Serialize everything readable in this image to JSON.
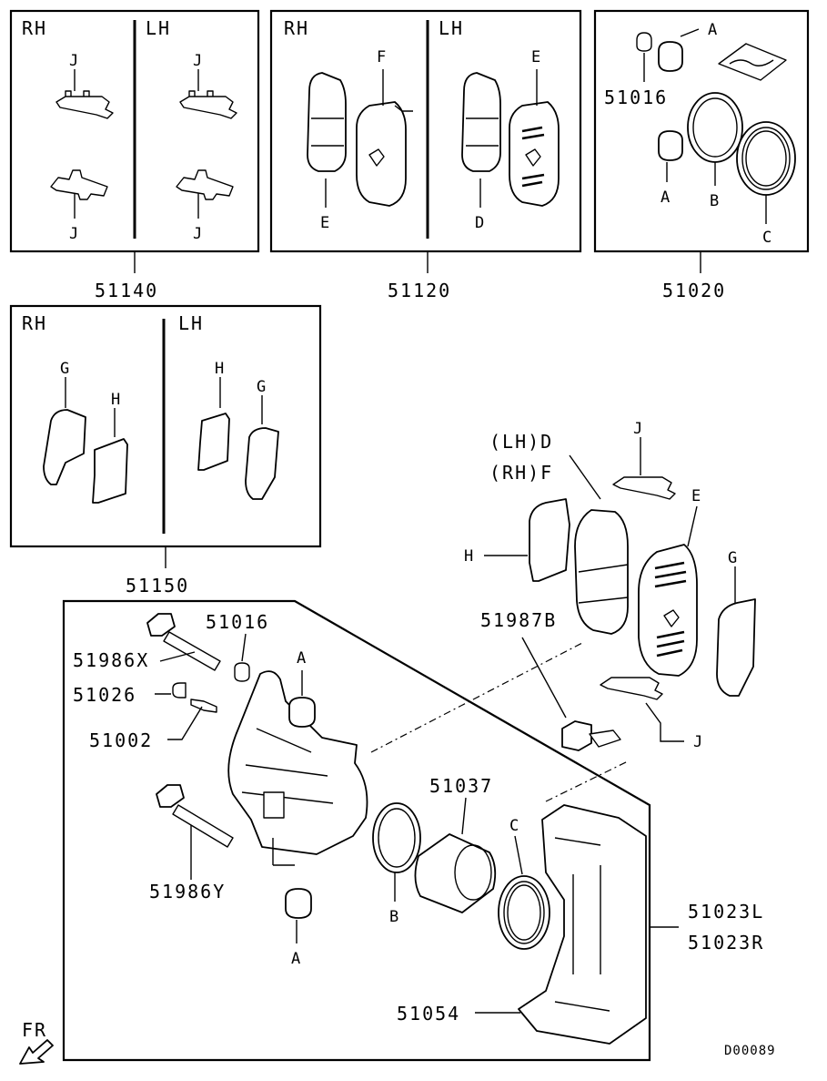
{
  "labels": {
    "rh": "RH",
    "lh": "LH",
    "a": "A",
    "b": "B",
    "c": "C",
    "d": "D",
    "e": "E",
    "f": "F",
    "g": "G",
    "h": "H",
    "j": "J",
    "lh_d": "(LH)D",
    "rh_f": "(RH)F"
  },
  "part_numbers": {
    "p51140": "51140",
    "p51120": "51120",
    "p51020": "51020",
    "p51150": "51150",
    "p51016_kit": "51016",
    "p51016": "51016",
    "p51986x": "51986X",
    "p51026": "51026",
    "p51002": "51002",
    "p51986y": "51986Y",
    "p51037": "51037",
    "p51987b": "51987B",
    "p51023l": "51023L",
    "p51023r": "51023R",
    "p51054": "51054"
  },
  "front_indicator": "FR",
  "drawing_code": "D00089"
}
